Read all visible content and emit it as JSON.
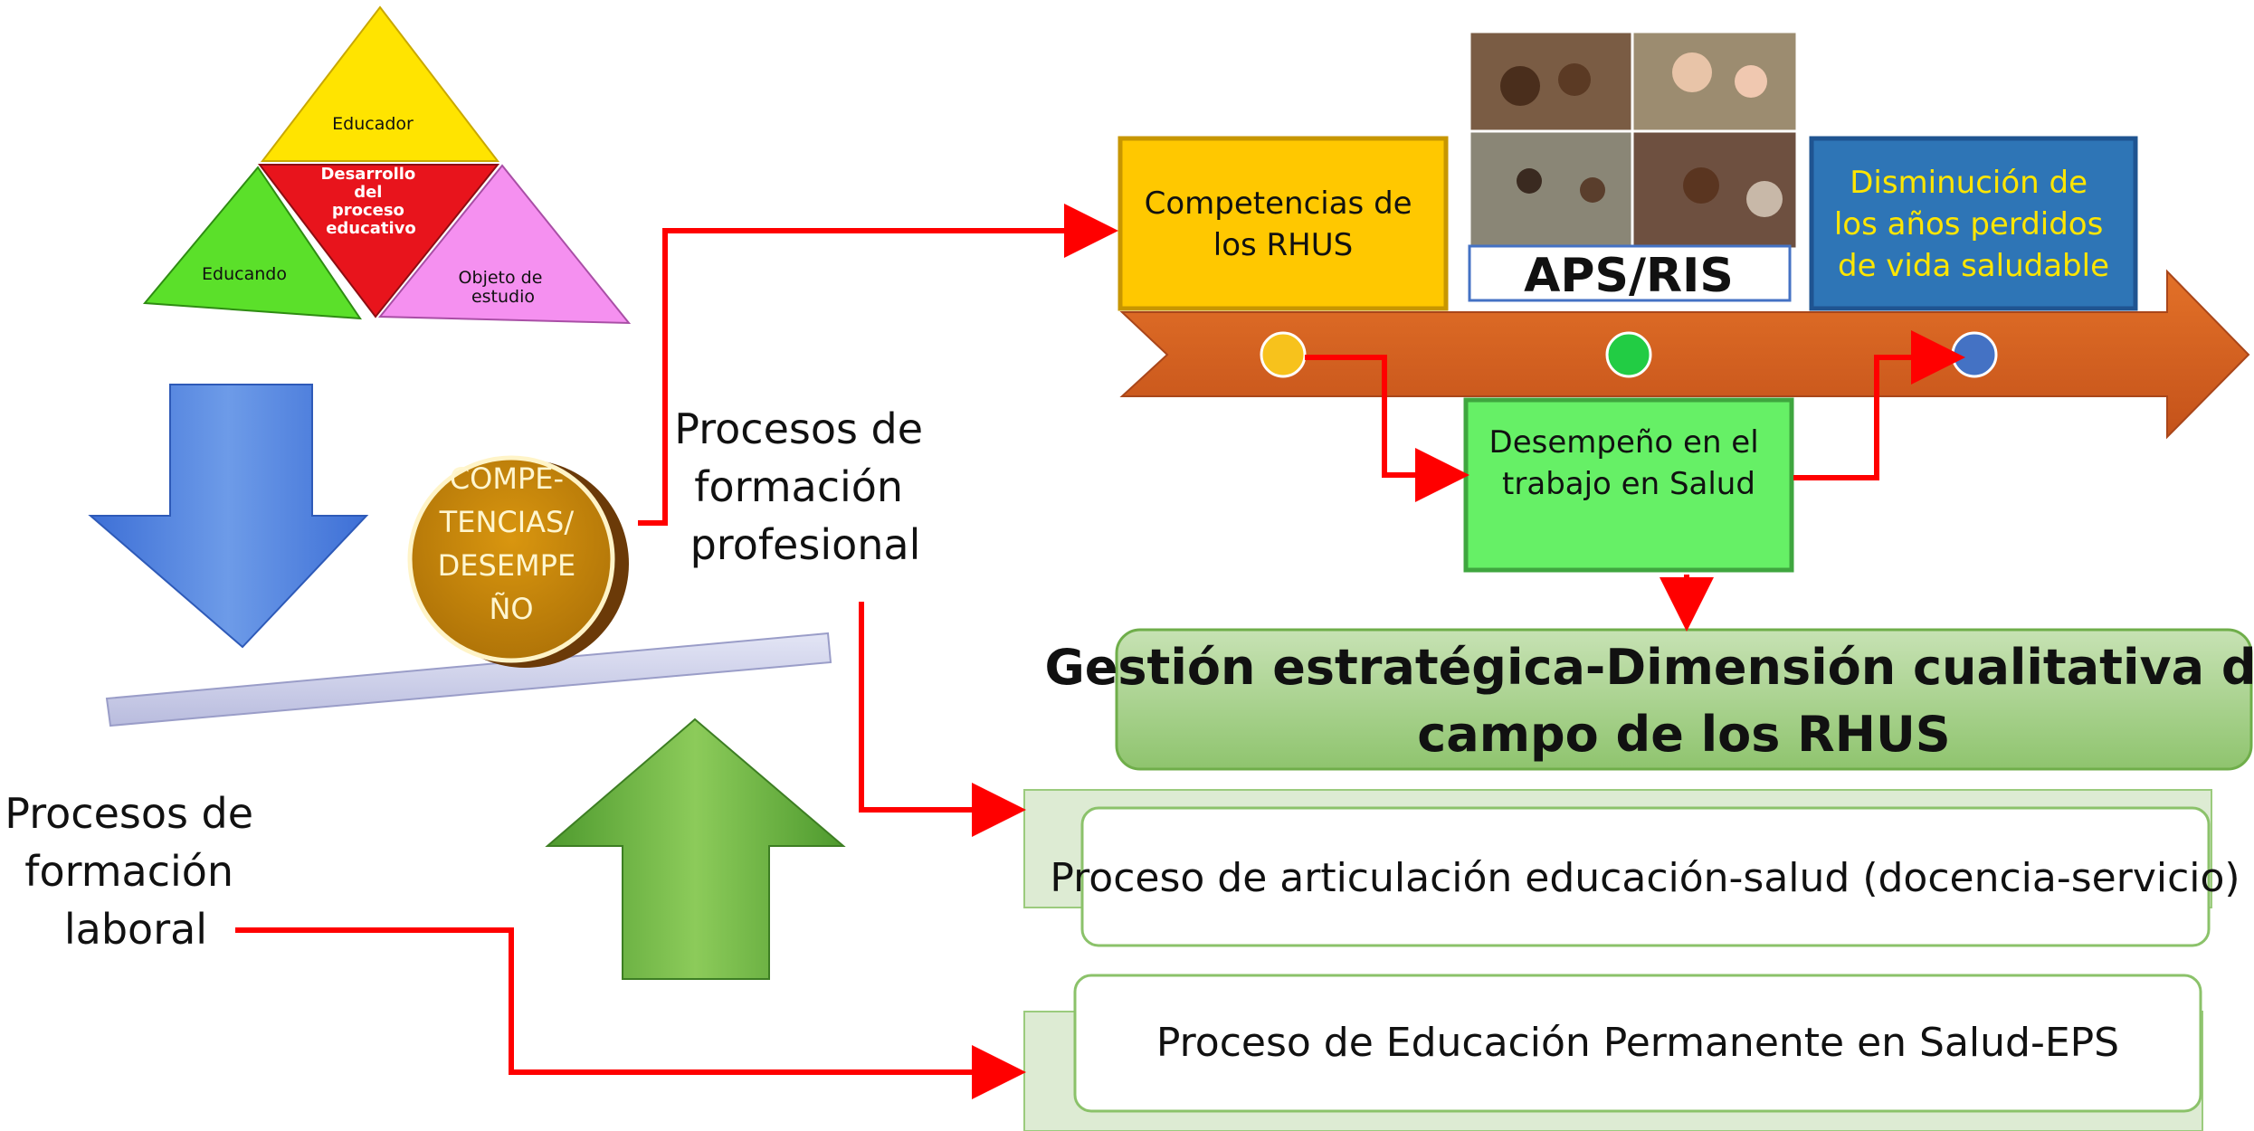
{
  "triangle": {
    "top": "Educador",
    "center_lines": [
      "Desarrollo",
      "del",
      "proceso",
      "educativo"
    ],
    "left": "Educando",
    "right_lines": [
      "Objeto de",
      "estudio"
    ]
  },
  "circle_lines": [
    "COMPE-",
    "TENCIAS/",
    "DESEMPE",
    "ÑO"
  ],
  "procesos_profesional_lines": [
    "Procesos de",
    "formación",
    "profesional"
  ],
  "procesos_laboral_lines": [
    "Procesos de",
    "formación",
    "laboral"
  ],
  "competencias_lines": [
    "Competencias de",
    "los RHUS"
  ],
  "aps_label": "APS/RIS",
  "disminucion_lines": [
    "Disminución de",
    "los años perdidos",
    "de vida saludable"
  ],
  "desempeno_lines": [
    "Desempeño en el",
    "trabajo en Salud"
  ],
  "gestion_lines": [
    "Gestión estratégica-Dimensión cualitativa del",
    "campo de los RHUS"
  ],
  "articulacion": "Proceso de articulación educación-salud (docencia-servicio)",
  "eps": "Proceso de Educación Permanente en Salud-EPS",
  "colors": {
    "yellow": "#FFD700",
    "red": "#E8161B",
    "green": "#55E02A",
    "pink": "#F28CF0",
    "gold_circle": "#C8860D",
    "orange_arrow": "#D4601B",
    "blue_box": "#2E75B6",
    "blue_box_text": "#FFE600",
    "green_box": "#66F066",
    "gestion_bg": "#A8D08D",
    "connector": "#FF0000"
  }
}
